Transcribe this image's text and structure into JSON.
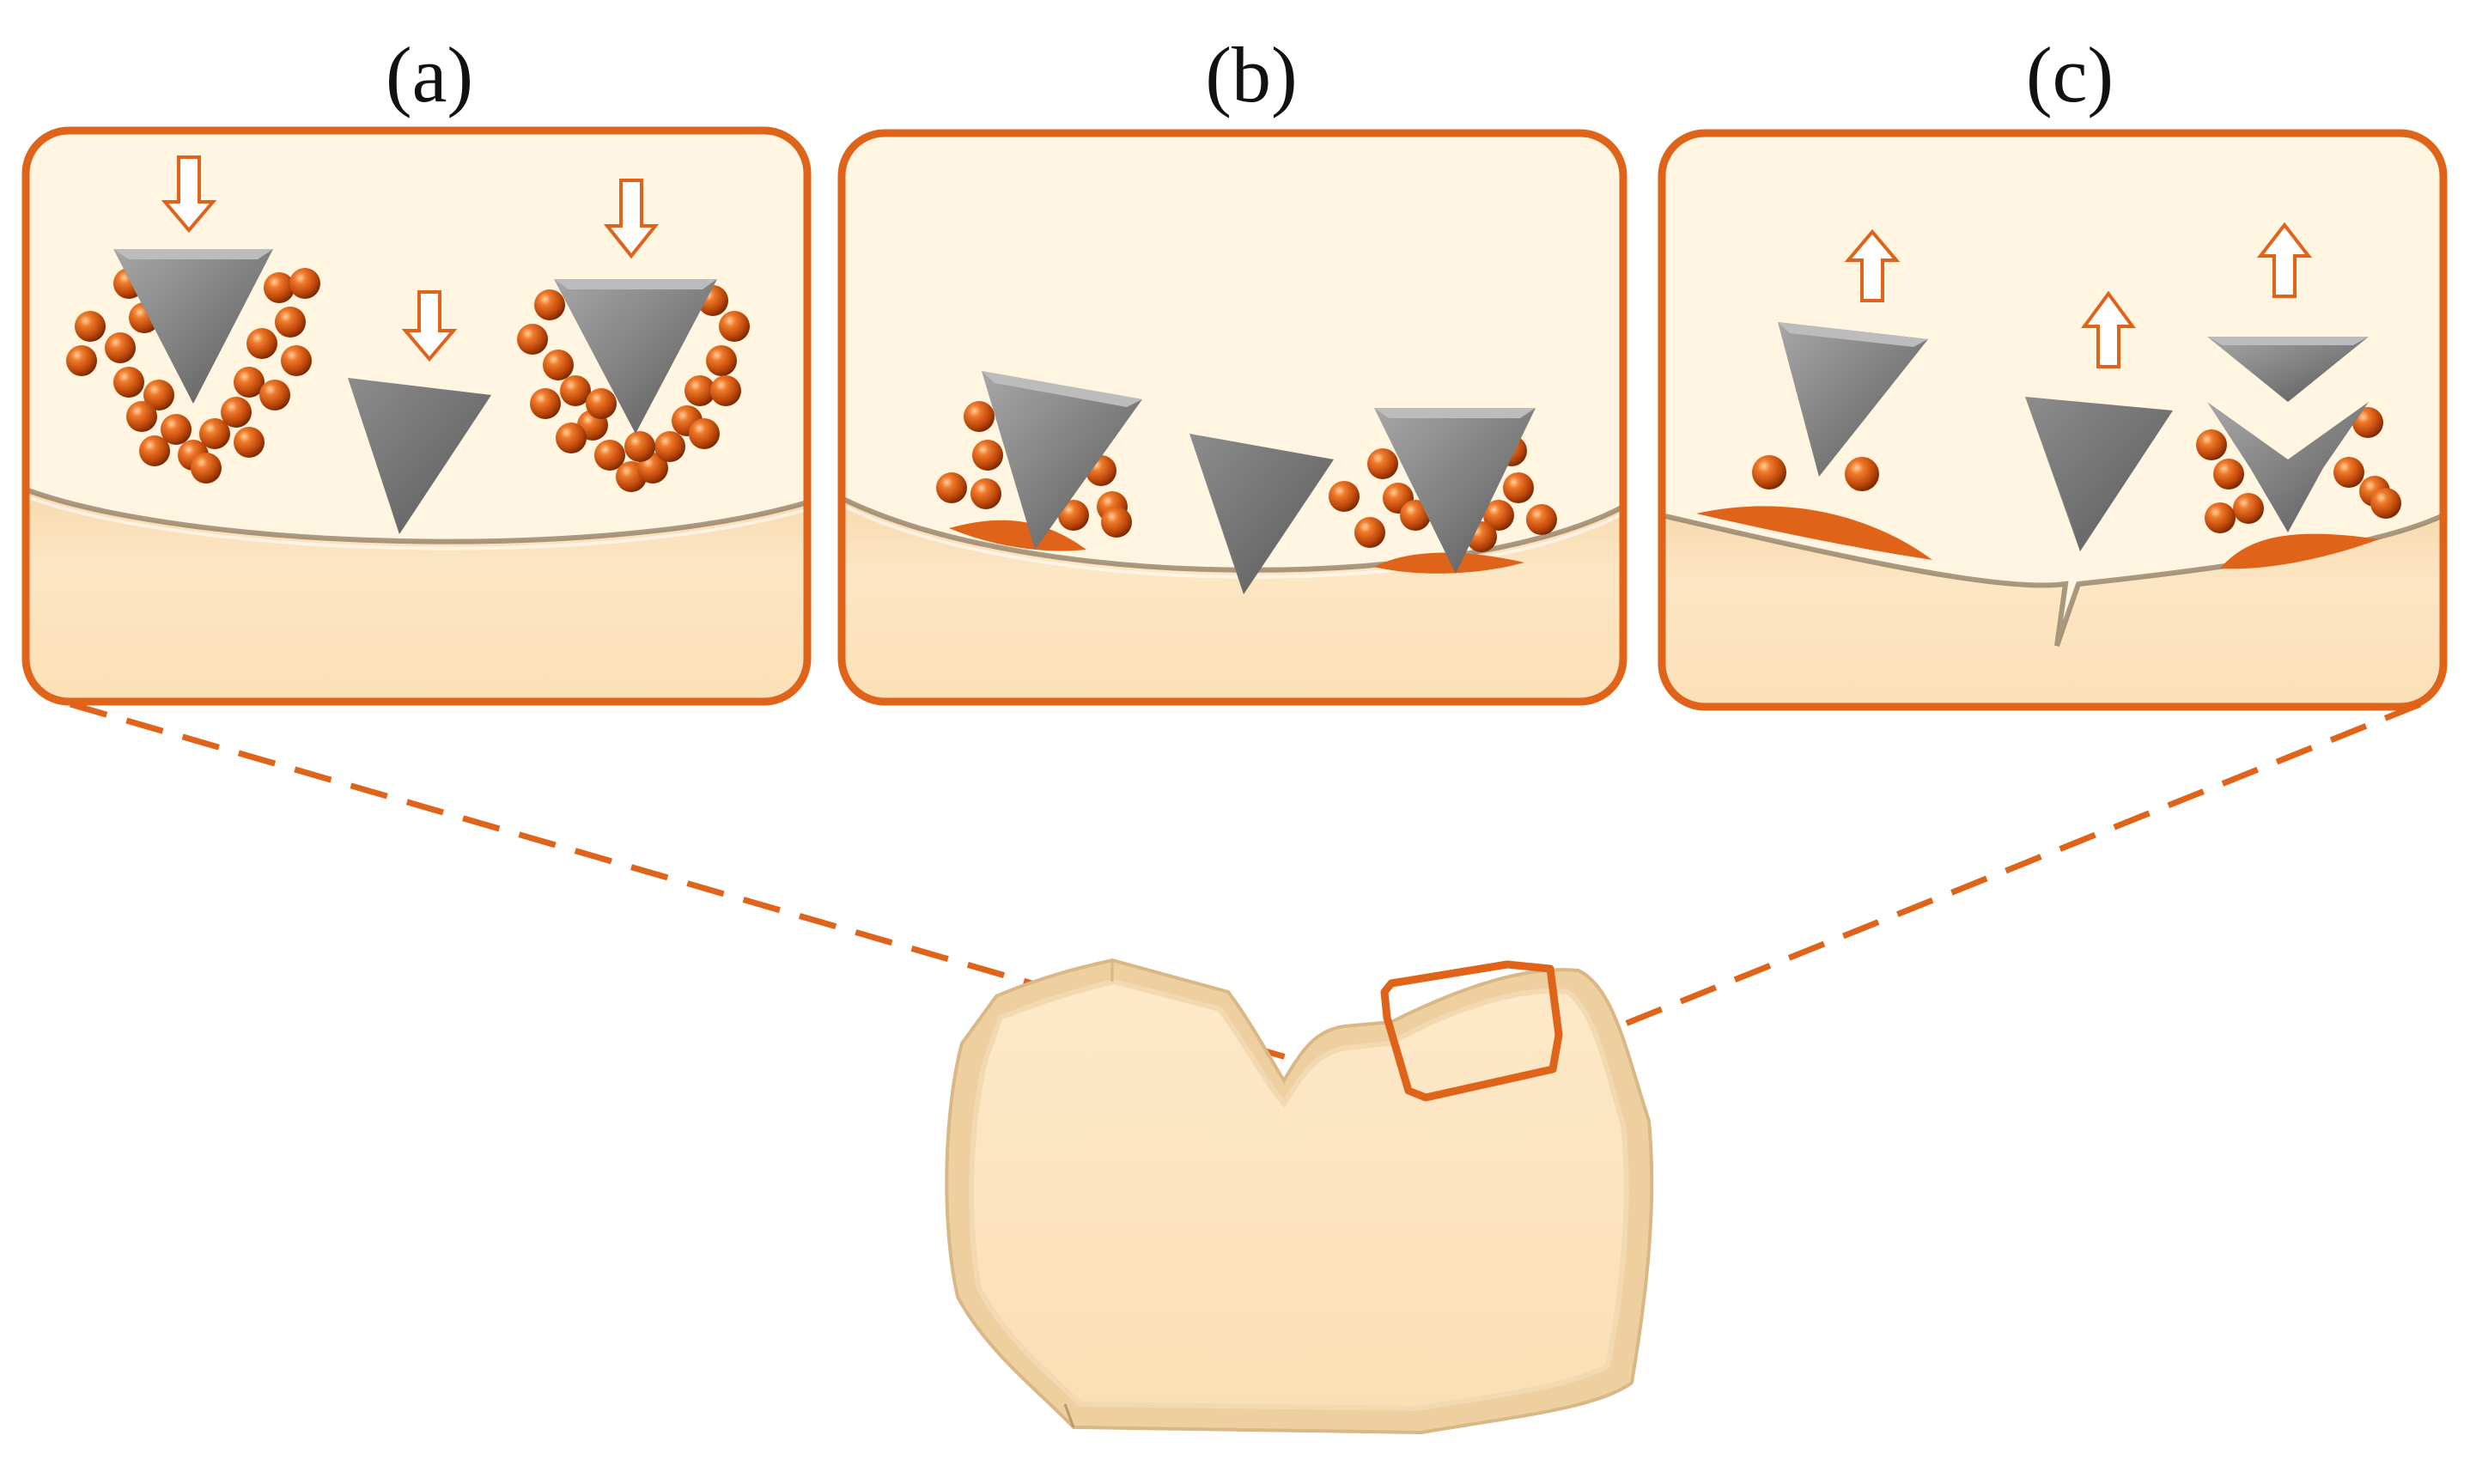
{
  "panels": [
    {
      "id": "a",
      "label": "(a)"
    },
    {
      "id": "b",
      "label": "(b)"
    },
    {
      "id": "c",
      "label": "(c)"
    }
  ],
  "colors": {
    "accent": "#e0631a",
    "panel_fill": "#fff5e0",
    "substrate": "#fde3bb",
    "particle": "#c95312",
    "abrasive": "#7d7d7d",
    "workpiece": "#fde5bf",
    "workpiece_rim": "#edcfa0"
  },
  "icons": {
    "down_arrow": "hollow-down-arrow-icon",
    "up_arrow": "hollow-up-arrow-icon",
    "abrasive": "gray-triangle-abrasive",
    "particle": "orange-sphere-particle"
  }
}
